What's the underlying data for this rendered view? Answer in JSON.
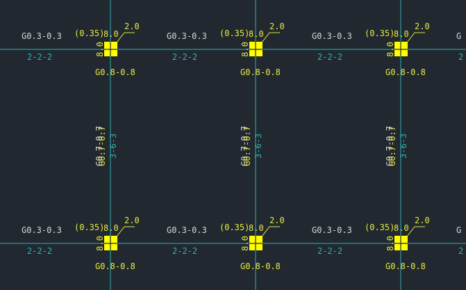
{
  "colors": {
    "background": "#212830",
    "grid": "#2fb3b3",
    "column": "#ffff00",
    "yellow_text": "#e8e840",
    "white_text": "#d8d8d8",
    "cyan_text": "#2fb3b3"
  },
  "cells": [
    {
      "top_left_label": "G0.3-0.3",
      "top_left_sub": "2-2-2",
      "paren_label": "(0.35)",
      "top_value": "8.0",
      "leader_value": "2.0",
      "side_value": "8.0",
      "bottom_label": "G0.8-0.8"
    },
    {
      "top_left_label": "G0.3-0.3",
      "top_left_sub": "2-2-2",
      "paren_label": "(0.35)",
      "top_value": "8.0",
      "leader_value": "2.0",
      "side_value": "8.0",
      "bottom_label": "G0.8-0.8"
    },
    {
      "top_left_label": "G0.3-0.3",
      "top_left_sub": "2-2-2",
      "paren_label": "(0.35)",
      "top_value": "8.0",
      "leader_value": "2.0",
      "side_value": "8.0",
      "bottom_label": "G0.8-0.8"
    },
    {
      "top_left_label": "G0.3-0.3",
      "top_left_sub": "2-2-2",
      "paren_label": "(0.35)",
      "top_value": "8.0",
      "leader_value": "2.0",
      "side_value": "8.0",
      "bottom_label": "G0.8-0.8"
    },
    {
      "top_left_label": "G0.3-0.3",
      "top_left_sub": "2-2-2",
      "paren_label": "(0.35)",
      "top_value": "8.0",
      "leader_value": "2.0",
      "side_value": "8.0",
      "bottom_label": "G0.8-0.8"
    },
    {
      "top_left_label": "G0.3-0.3",
      "top_left_sub": "2-2-2",
      "paren_label": "(0.35)",
      "top_value": "8.0",
      "leader_value": "2.0",
      "side_value": "8.0",
      "bottom_label": "G0.8-0.8"
    }
  ],
  "verticals": [
    {
      "label": "G0.7-0.7",
      "sub": "3-6-3"
    },
    {
      "label": "G0.7-0.7",
      "sub": "3-6-3"
    },
    {
      "label": "G0.7-0.7",
      "sub": "3-6-3"
    }
  ]
}
